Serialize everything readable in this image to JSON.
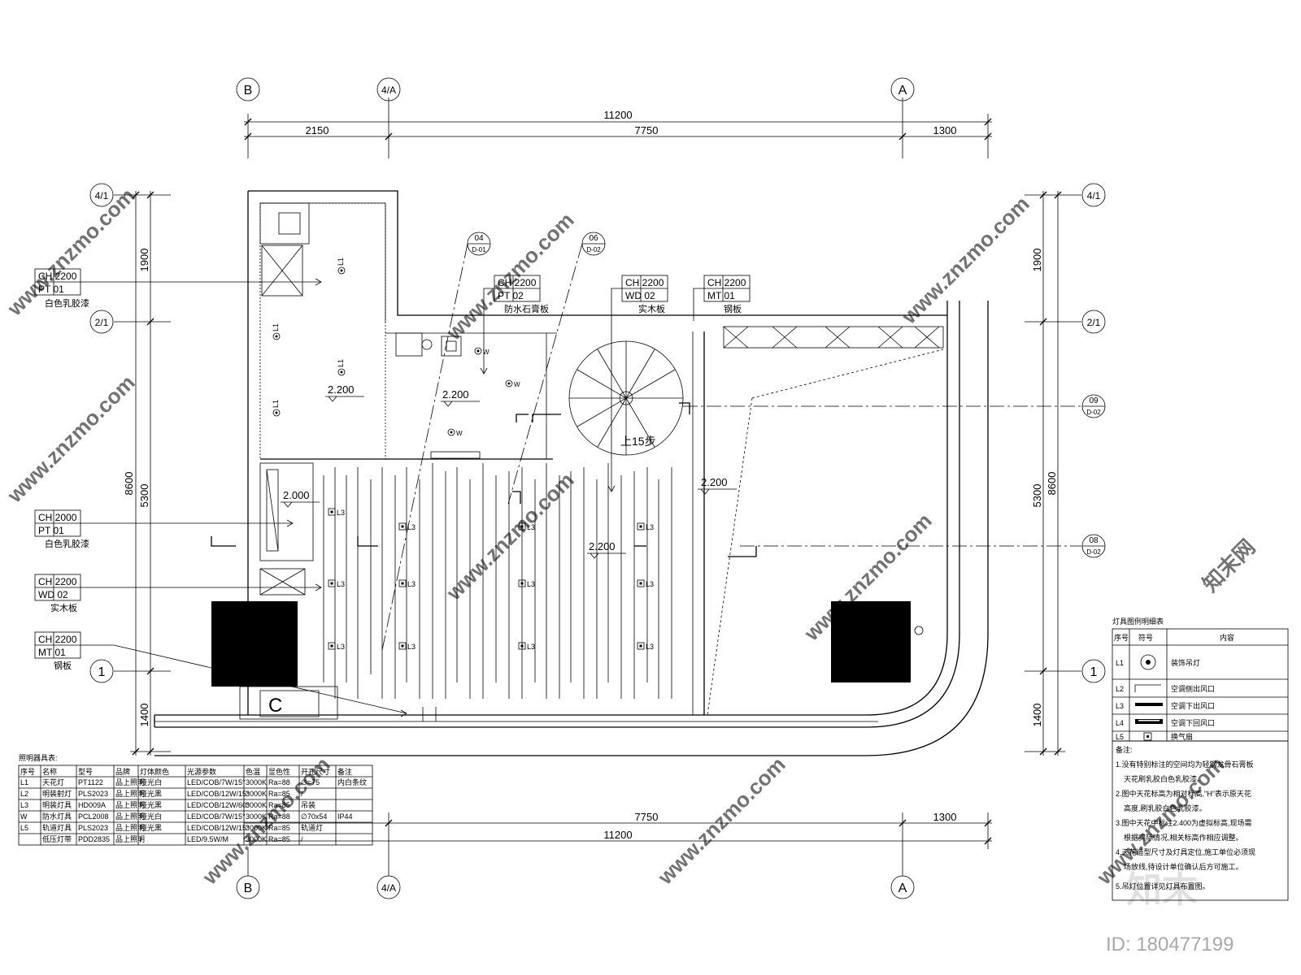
{
  "grid_axes": {
    "b": "B",
    "four_a": "4/A",
    "a": "A",
    "four_one": "4/1",
    "two_one": "2/1",
    "one": "1"
  },
  "dims": {
    "top_total": "11200",
    "top_seg1": "2150",
    "top_seg2": "7750",
    "top_seg3": "1300",
    "bottom_seg2": "7750",
    "bottom_seg3": "1300",
    "bottom_total": "11200",
    "left_total": "8600",
    "left_1900": "1900",
    "left_5300": "5300",
    "left_1400": "1400",
    "right_total": "8600",
    "right_1900": "1900",
    "right_5300": "5300",
    "right_1400": "1400"
  },
  "section_marks": [
    {
      "num": "04",
      "ref": "D-01"
    },
    {
      "num": "06",
      "ref": "D-02"
    },
    {
      "num": "09",
      "ref": "D-02"
    },
    {
      "num": "08",
      "ref": "D-02"
    }
  ],
  "tags": {
    "pt01_a": {
      "ch": "CH 2200",
      "code": "PT 01",
      "label": "白色乳胶漆"
    },
    "pt01_b": {
      "ch": "CH 2000",
      "code": "PT 01",
      "label": "白色乳胶漆"
    },
    "wd02_left": {
      "ch": "CH 2200",
      "code": "WD 02",
      "label": "实木板"
    },
    "mt01_left": {
      "ch": "CH 2200",
      "code": "MT 01",
      "label": "钢板"
    },
    "pt02": {
      "ch": "CH 2200",
      "code": "PT 02",
      "label": "防水石膏板"
    },
    "wd02_top": {
      "ch": "CH 2200",
      "code": "WD 02",
      "label": "实木板"
    },
    "mt01_top": {
      "ch": "CH 2200",
      "code": "MT 01",
      "label": "钢板"
    }
  },
  "levels": {
    "l1": "2.200",
    "l2": "2.200",
    "l3": "2.000",
    "l4": "2.200",
    "l5": "2.200"
  },
  "stair_label": "上15步",
  "fixture_codes": {
    "l1": "L1",
    "l3": "L3",
    "w": "W"
  },
  "legend": {
    "title": "灯具图例明细表",
    "headers": [
      "序号",
      "符号",
      "内容"
    ],
    "rows": [
      {
        "code": "L1",
        "desc": "装饰吊灯"
      },
      {
        "code": "L2",
        "desc": "空调侧出风口"
      },
      {
        "code": "L3",
        "desc": "空调下出风口"
      },
      {
        "code": "L4",
        "desc": "空调下回风口"
      },
      {
        "code": "L5",
        "desc": "换气扇"
      }
    ],
    "notes_title": "备注:",
    "notes": [
      "1.没有特别标注的空间均为轻钢龙骨石膏板",
      "天花刷乳胶白色乳胶漆。",
      "2.图中天花标高为相对标高,\"H\"表示原天花",
      "高度,刷乳胶白色乳胶漆。",
      "3.图中天花中标注2.400为虚拟标高,现场需",
      "根据实际情况,相关标高作相应调整。",
      "4.天花造型尺寸及灯具定位,施工单位必须现",
      "场放线,待设计单位确认后方可施工。",
      "5.吊灯位置详见灯具布置图。"
    ]
  },
  "fixture_table": {
    "title": "照明器具表:",
    "headers": [
      "序号",
      "名称",
      "型号",
      "品牌",
      "灯体颜色",
      "光源参数",
      "色温",
      "显色性",
      "开孔尺寸",
      "备注"
    ],
    "rows": [
      [
        "L1",
        "天花灯",
        "PT1122",
        "品上照明",
        "哑光白",
        "LED/COB/7W/15°",
        "3000K",
        "Ra=88",
        "∅=75",
        "内白条纹"
      ],
      [
        "L2",
        "明装射灯",
        "PLS2023",
        "品上照明",
        "哑光黑",
        "LED/COB/12W/15°",
        "3000K",
        "Ra=85",
        "/",
        ""
      ],
      [
        "L3",
        "明装灯具",
        "HD009A",
        "品上照明",
        "哑光黑",
        "LED/COB/12W/60°",
        "3000K",
        "Ra=85",
        "吊装",
        ""
      ],
      [
        "W",
        "防水灯具",
        "PCL2008",
        "品上照明",
        "哑光白",
        "LED/COB/7W/15°",
        "3000K",
        "Ra=88",
        "∅70x54",
        "IP44"
      ],
      [
        "L5",
        "轨道灯具",
        "PLS2023",
        "品上照明",
        "哑光黑",
        "LED/COB/12W/15°",
        "3000K",
        "Ra=85",
        "轨道灯",
        ""
      ],
      [
        "",
        "低压灯带",
        "PDD2835",
        "品上照明",
        "/",
        "LED/9.5W/M",
        "3000K",
        "Ra=85",
        "/",
        ""
      ]
    ]
  },
  "watermark": {
    "site": "www.znzmo.com",
    "cn": "知末网",
    "brand": "知末",
    "id": "ID: 180477199"
  },
  "colors": {
    "line": "#000000",
    "watermark": "#cfcfcf",
    "fill": "#000000"
  }
}
